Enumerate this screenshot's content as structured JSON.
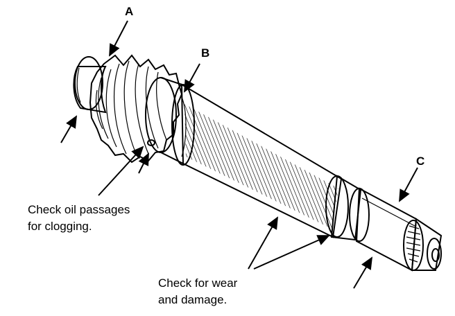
{
  "callouts": {
    "a": "A",
    "b": "B",
    "c": "C"
  },
  "notes": {
    "oil_line1": "Check oil passages",
    "oil_line2": "for clogging.",
    "wear_line1": "Check for wear",
    "wear_line2": "and damage."
  }
}
